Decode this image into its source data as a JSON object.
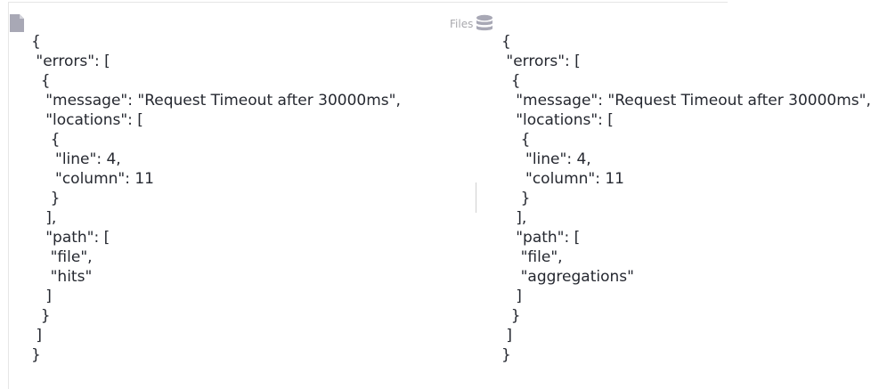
{
  "toolbar": {
    "document_icon": "document-icon",
    "files_label": "Files",
    "database_icon": "database-icon"
  },
  "panes": {
    "left": {
      "text": "{\n \"errors\": [\n  {\n   \"message\": \"Request Timeout after 30000ms\",\n   \"locations\": [\n    {\n     \"line\": 4,\n     \"column\": 11\n    }\n   ],\n   \"path\": [\n    \"file\",\n    \"hits\"\n   ]\n  }\n ]\n}"
    },
    "right": {
      "text": "{\n \"errors\": [\n  {\n   \"message\": \"Request Timeout after 30000ms\",\n   \"locations\": [\n    {\n     \"line\": 4,\n     \"column\": 11\n    }\n   ],\n   \"path\": [\n    \"file\",\n    \"aggregations\"\n   ]\n  }\n ]\n}"
    }
  },
  "colors": {
    "text": "#252830",
    "icon": "#a8a8b5",
    "label": "#a8a8ad",
    "frame": "#e6e6e6"
  }
}
